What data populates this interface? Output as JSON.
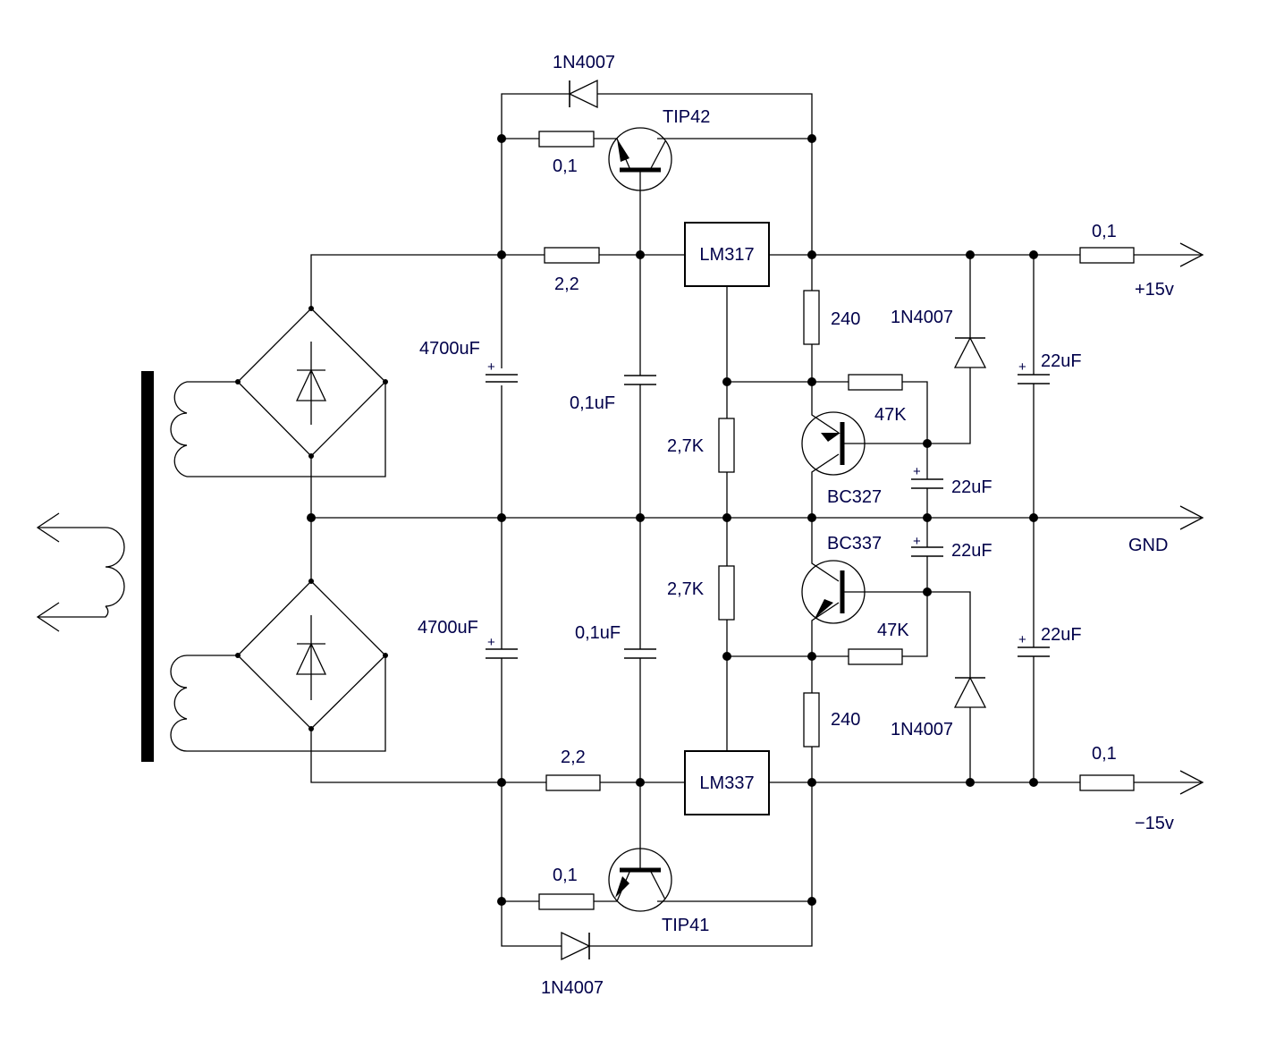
{
  "components": {
    "d_top": "1N4007",
    "q_tip42": "TIP42",
    "r_top_01": "0,1",
    "r_top_22": "2,2",
    "u_lm317": "LM317",
    "r_240_top": "240",
    "d_mid_top": "1N4007",
    "c_4700_top": "4700uF",
    "c_01_top": "0,1uF",
    "r_27k_top": "2,7K",
    "r_47k_top": "47K",
    "q_bc327": "BC327",
    "c_22_mid_top": "22uF",
    "c_22_out_top": "22uF",
    "r_out_top": "0,1",
    "q_bc337": "BC337",
    "c_22_mid_bot": "22uF",
    "c_4700_bot": "4700uF",
    "c_01_bot": "0,1uF",
    "r_27k_bot": "2,7K",
    "r_47k_bot": "47K",
    "c_22_out_bot": "22uF",
    "r_240_bot": "240",
    "d_mid_bot": "1N4007",
    "r_bot_22": "2,2",
    "u_lm337": "LM337",
    "r_out_bot": "0,1",
    "r_bot_01": "0,1",
    "q_tip41": "TIP41",
    "d_bot": "1N4007"
  },
  "outputs": {
    "positive": "+15v",
    "ground": "GND",
    "negative": "−15v"
  },
  "polarity_mark": "+",
  "colors": {
    "wire": "#000000",
    "label": "#00004a",
    "background": "#ffffff"
  }
}
